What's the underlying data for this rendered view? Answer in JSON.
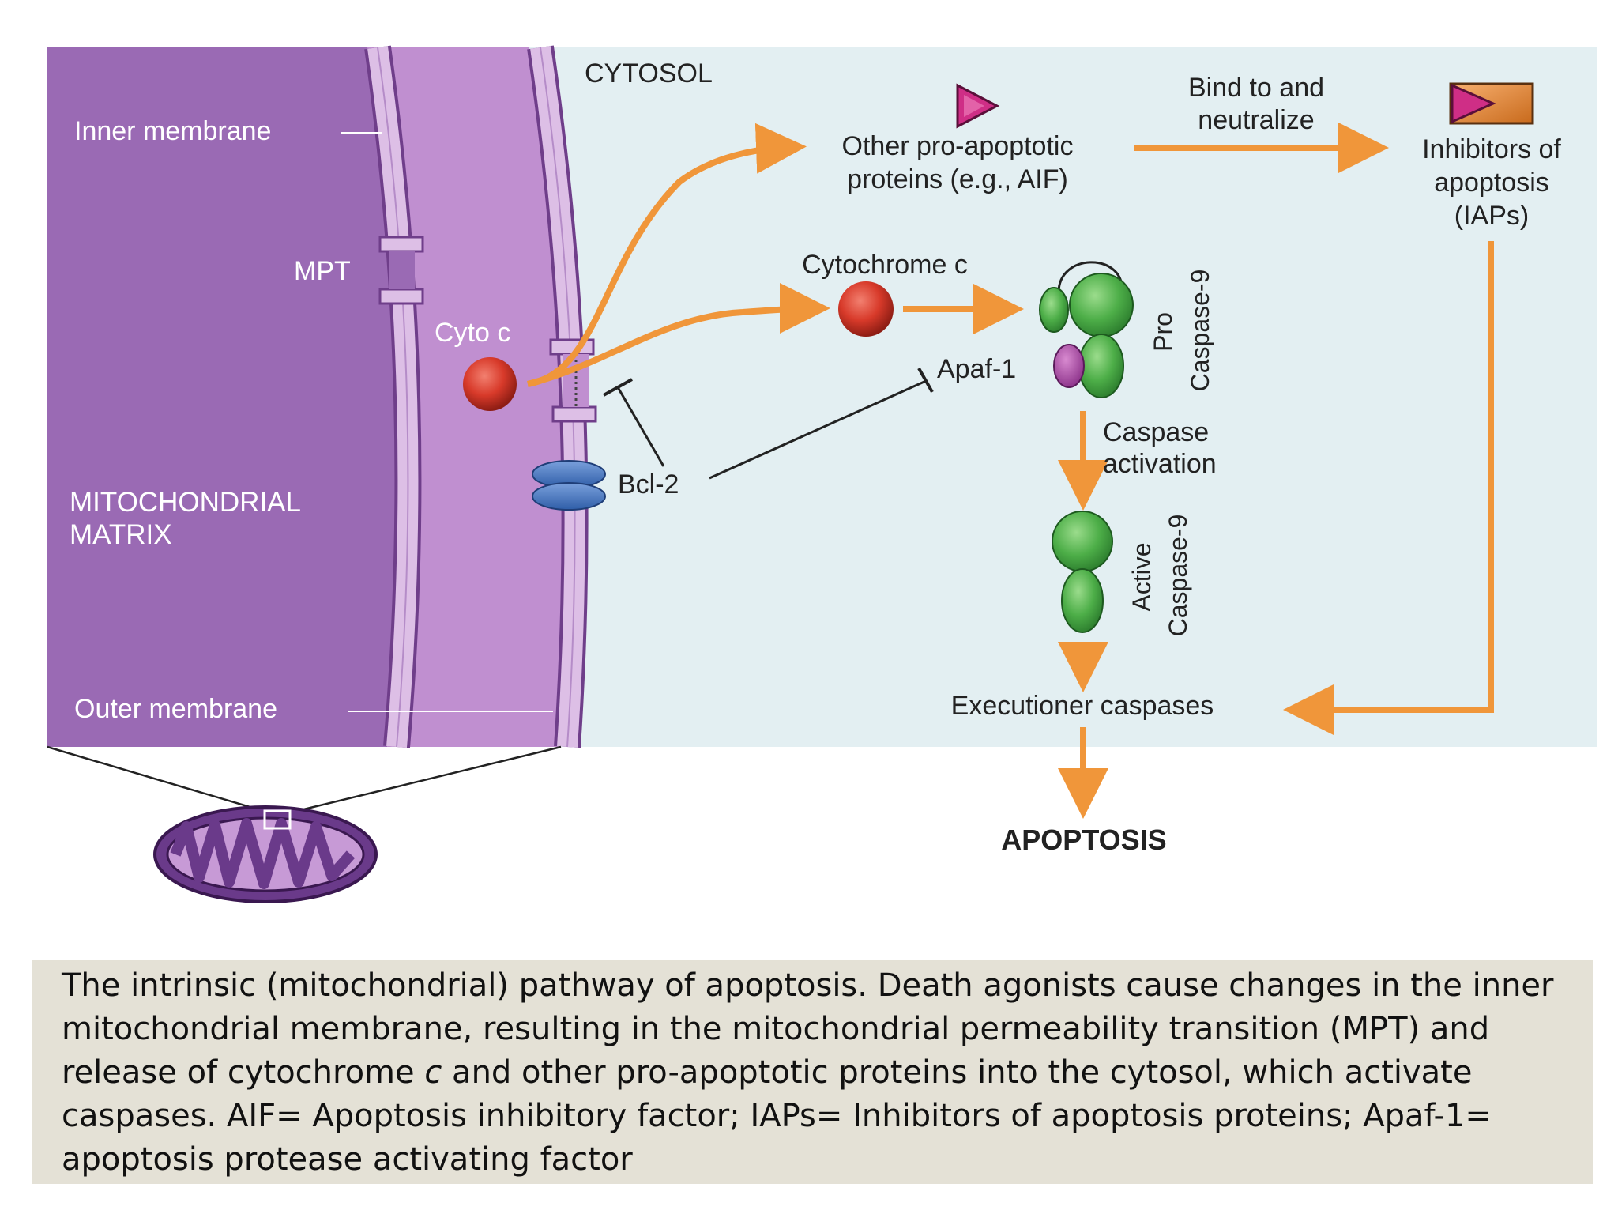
{
  "diagram": {
    "labels": {
      "inner_membrane": "Inner membrane",
      "mpt": "MPT",
      "matrix_line1": "MITOCHONDRIAL",
      "matrix_line2": "MATRIX",
      "outer_membrane": "Outer membrane",
      "cytosol": "CYTOSOL",
      "cyto_c": "Cyto c",
      "bcl2": "Bcl-2",
      "other_line1": "Other pro-apoptotic",
      "other_line2": "proteins (e.g., AIF)",
      "bind_line1": "Bind to and",
      "bind_line2": "neutralize",
      "iap_line1": "Inhibitors of",
      "iap_line2": "apoptosis",
      "iap_line3": "(IAPs)",
      "cytochrome_c": "Cytochrome c",
      "apaf1": "Apaf-1",
      "pro": "Pro",
      "caspase9": "Caspase-9",
      "caspase_activation_line1": "Caspase",
      "caspase_activation_line2": "activation",
      "active": "Active",
      "executioner": "Executioner caspases",
      "apoptosis": "APOPTOSIS"
    },
    "colors": {
      "matrix": "#9a6ab4",
      "intermembrane": "#c08fd0",
      "membrane": "#ddbfe6",
      "cytosol": "#e3eff2",
      "arrow": "#f0963a",
      "cytochrome": "#d83a2a",
      "caspase": "#4dae48",
      "apaf_dot": "#a24aa0",
      "bcl2": "#3d70b8",
      "iap": "#e88a30",
      "pro_apoptotic": "#cf2e86"
    }
  },
  "caption": {
    "part1": "The intrinsic (mitochondrial) pathway of apoptosis.  Death agonists cause changes in the inner mitochondrial membrane, resulting in the mitochondrial permeability transition (MPT) and release of cytochrome ",
    "italic": "c",
    "part2": " and other pro-apoptotic proteins into the cytosol, which activate caspases. AIF= Apoptosis inhibitory factor; IAPs= Inhibitors of apoptosis proteins; Apaf-1= apoptosis protease activating factor"
  }
}
